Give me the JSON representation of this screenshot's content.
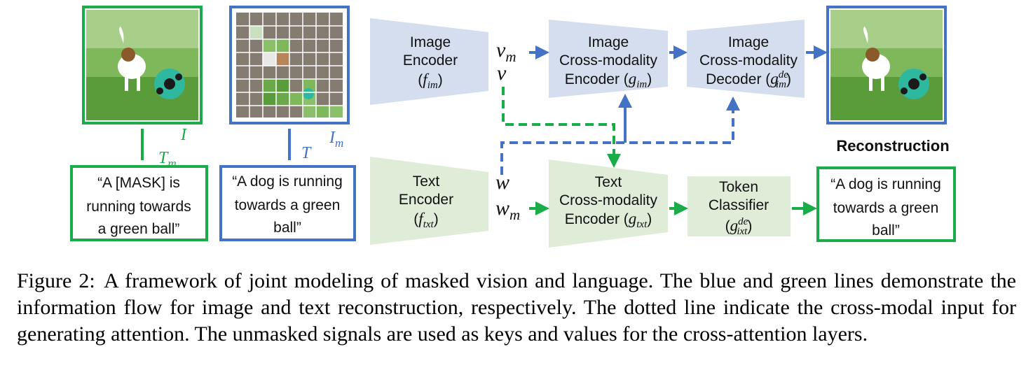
{
  "image_labels": {
    "I": "I",
    "I_sub": "",
    "Im": "I",
    "Im_sub": "m",
    "T": "T",
    "Tm": "T",
    "Tm_sub": "m"
  },
  "encoders": {
    "image_encoder": {
      "line1": "Image",
      "line2": "Encoder",
      "func": "f",
      "func_sub": "im"
    },
    "image_cross_encoder": {
      "line1": "Image",
      "line2": "Cross-modality",
      "line3": "Encoder (",
      "func": "g",
      "func_sub": "im",
      "close": ")"
    },
    "image_cross_decoder": {
      "line1": "Image",
      "line2": "Cross-modality",
      "line3": "Decoder (",
      "func": "g",
      "func_sup": "de",
      "func_sub": "im",
      "close": ")"
    },
    "text_encoder": {
      "line1": "Text",
      "line2": "Encoder",
      "func": "f",
      "func_sub": "txt"
    },
    "text_cross_encoder": {
      "line1": "Text",
      "line2": "Cross-modality",
      "line3": "Encoder (",
      "func": "g",
      "func_sub": "txt",
      "close": ")"
    },
    "token_classifier": {
      "line1": "Token",
      "line2": "Classifier",
      "func": "g",
      "func_sup": "de",
      "func_sub": "ixt"
    }
  },
  "variables": {
    "vm": "v",
    "vm_sub": "m",
    "v": "v",
    "w": "w",
    "wm": "w",
    "wm_sub": "m"
  },
  "text_boxes": {
    "masked": {
      "line1": "“A [MASK] is",
      "line2": "running towards",
      "line3": "a green ball”"
    },
    "original": {
      "line1": "“A dog is running",
      "line2": "towards a green",
      "line3": "ball”"
    },
    "output": {
      "line1": "“A dog is running",
      "line2": "towards a green",
      "line3": "ball”"
    }
  },
  "reconstruction_label": "Reconstruction",
  "caption": {
    "label": "Figure 2:",
    "text": "A framework of joint modeling of masked vision and language. The blue and green lines demonstrate the information flow for image and text reconstruction, respectively. The dotted line indicate the cross-modal input for generating attention. The unmasked signals are used as keys and values for the cross-attention layers."
  },
  "colors": {
    "green": "#1aac48",
    "blue": "#4472c4",
    "blue_fill": "#d4deef",
    "green_fill": "#dfecd7"
  }
}
